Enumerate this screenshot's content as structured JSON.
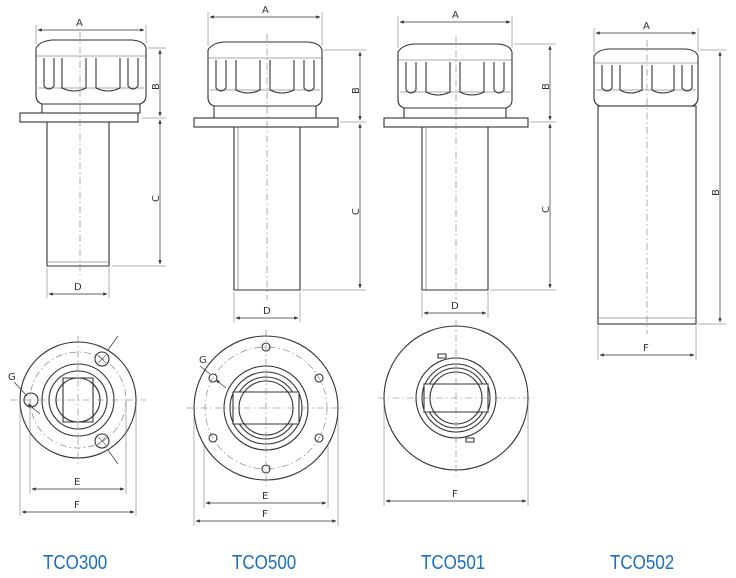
{
  "models": [
    "TCO300",
    "TCO500",
    "TCO501",
    "TCO502"
  ],
  "dimension_labels": {
    "a": "A",
    "b": "B",
    "c": "C",
    "d": "D",
    "e": "E",
    "f": "F",
    "g": "G"
  },
  "colors": {
    "model_label": "#1a6fc4",
    "line": "#333333",
    "centerline": "#777777"
  }
}
